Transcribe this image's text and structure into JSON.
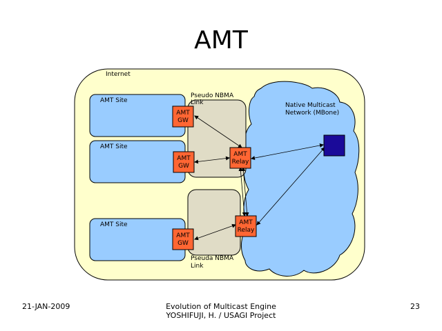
{
  "slide": {
    "title": "AMT",
    "footer_date": "21-JAN-2009",
    "footer_line1": "Evolution of Multicast Engine",
    "footer_line2": "YOSHIFUJI, H. / USAGI Project",
    "page_number": "23"
  },
  "diagram": {
    "internet_label": "Internet",
    "sites": [
      {
        "label": "AMT Site"
      },
      {
        "label": "AMT Site"
      },
      {
        "label": "AMT Site"
      }
    ],
    "gateways": [
      {
        "line1": "AMT",
        "line2": "GW"
      },
      {
        "line1": "AMT",
        "line2": "GW"
      },
      {
        "line1": "AMT",
        "line2": "GW"
      }
    ],
    "relays": [
      {
        "line1": "AMT",
        "line2": "Relay"
      },
      {
        "line1": "AMT",
        "line2": "Relay"
      }
    ],
    "nbma_top": {
      "line1": "Pseudo NBMA",
      "line2": "Link"
    },
    "nbma_bottom": {
      "line1": "Pseuda NBMA",
      "line2": "Link"
    },
    "mbone": {
      "line1": "Native Multicast",
      "line2": "Network (MBone)"
    },
    "colors": {
      "internet_fill": "#ffffcc",
      "site_fill": "#99ccff",
      "nbma_fill": "#e0dcc6",
      "cloud_fill": "#99ccff",
      "box_fill": "#ff6633",
      "source_fill": "#1a0a99"
    }
  }
}
